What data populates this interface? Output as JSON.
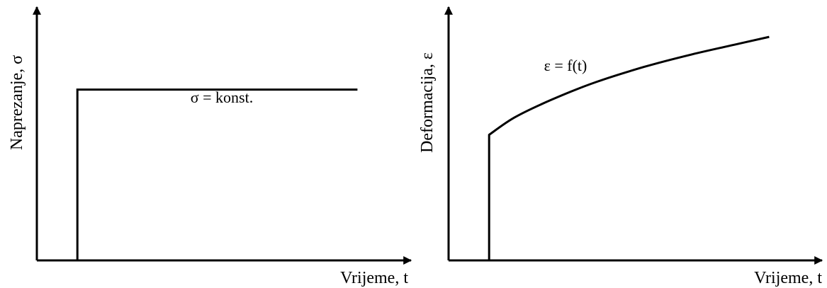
{
  "chart_data": [
    {
      "type": "line",
      "title": "",
      "xlabel": "Vrijeme, t",
      "ylabel": "Naprezanje, σ",
      "series": [
        {
          "name": "",
          "points": [
            [
              0.11,
              0
            ],
            [
              0.11,
              0.68
            ],
            [
              0.87,
              0.68
            ]
          ]
        }
      ],
      "annotations": [
        {
          "text": "σ = konst."
        }
      ],
      "grid": false
    },
    {
      "type": "line",
      "title": "",
      "xlabel": "Vrijeme, t",
      "ylabel": "Deformacija, ε",
      "series": [
        {
          "name": "",
          "points": [
            [
              0.11,
              0
            ],
            [
              0.11,
              0.5
            ],
            [
              0.18,
              0.57
            ],
            [
              0.28,
              0.64
            ],
            [
              0.4,
              0.71
            ],
            [
              0.53,
              0.77
            ],
            [
              0.66,
              0.82
            ],
            [
              0.78,
              0.86
            ],
            [
              0.87,
              0.89
            ]
          ]
        }
      ],
      "annotations": [
        {
          "text": "ε = f(t)"
        }
      ],
      "grid": false
    }
  ]
}
